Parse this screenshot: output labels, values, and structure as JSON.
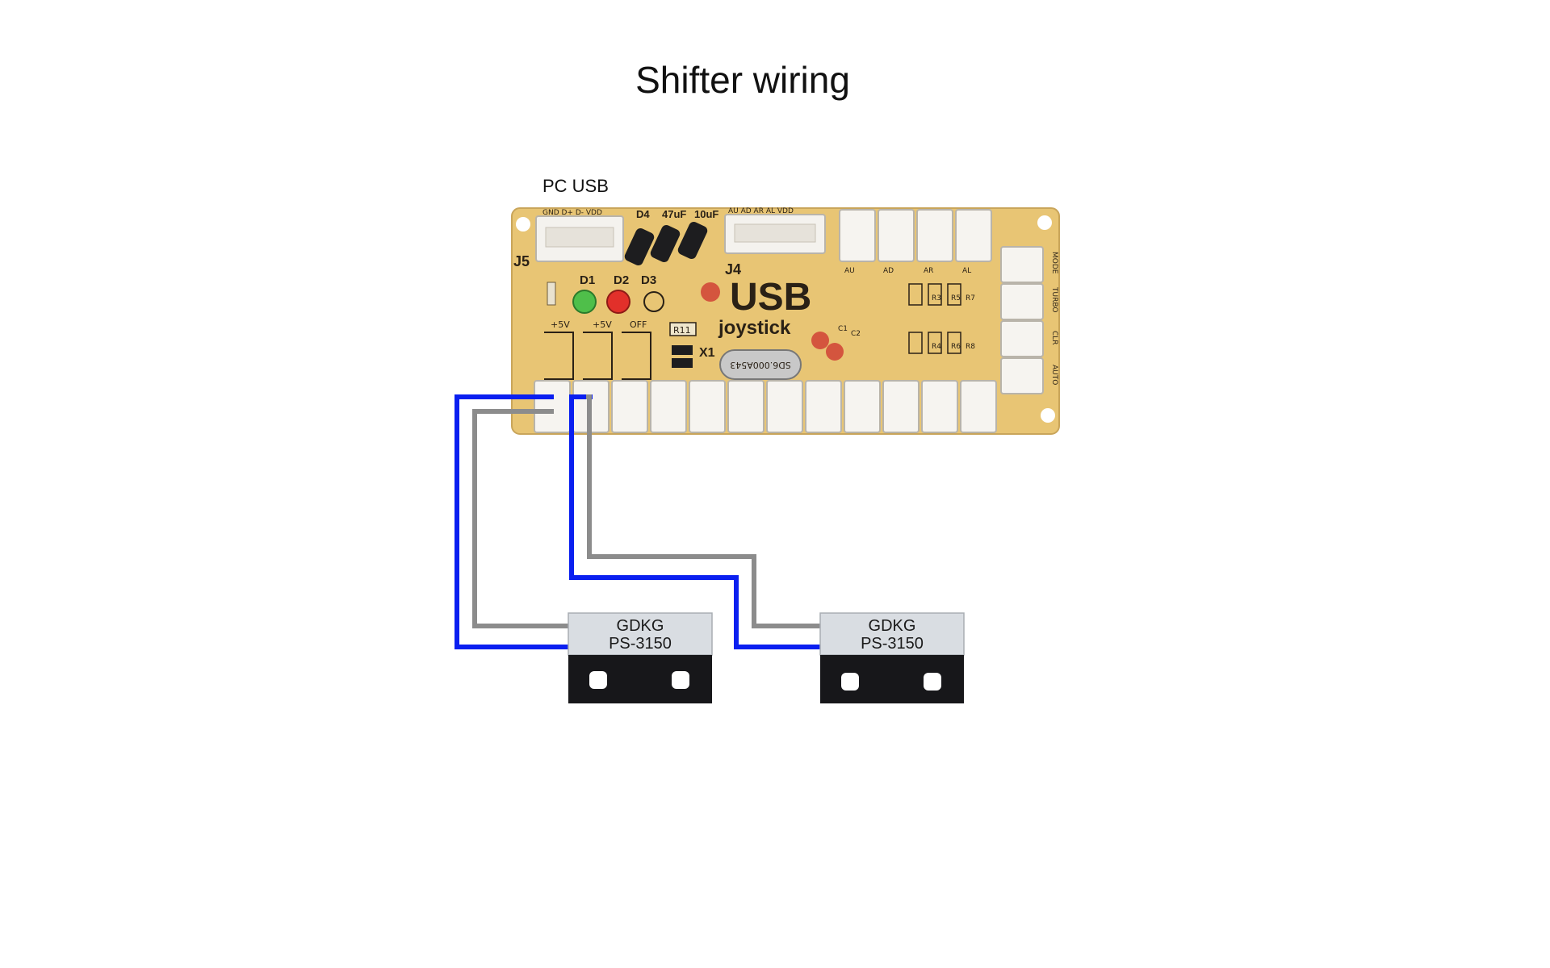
{
  "title": "Shifter wiring",
  "pc_usb_label": "PC USB",
  "board": {
    "text_usb": "USB",
    "text_joystick": "joystick",
    "j5": "J5",
    "j4": "J4",
    "d1": "D1",
    "d2": "D2",
    "d3": "D3",
    "d4": "D4",
    "cap1": "47uF",
    "cap2": "10uF",
    "x1": "X1",
    "r11": "R11",
    "plus5v_a": "+5V",
    "plus5v_b": "+5V",
    "off": "OFF",
    "crystal": "SD6.000A543",
    "usb_pins": "GND D+ D- VDD",
    "j4_pins": "AU AD AR AL VDD",
    "side_mode": "MODE",
    "side_turbo": "TURBO",
    "side_clr": "CLR",
    "side_auto": "AUTO",
    "r3": "R3",
    "r5": "R5",
    "r7": "R7",
    "r4": "R4",
    "r6": "R6",
    "r8": "R8",
    "au": "AU",
    "ad": "AD",
    "ar": "AR",
    "al": "AL",
    "c1": "C1",
    "c2": "C2"
  },
  "sensors": [
    {
      "brand": "GDKG",
      "model": "PS-3150"
    },
    {
      "brand": "GDKG",
      "model": "PS-3150"
    }
  ],
  "colors": {
    "board": "#e8c574",
    "wire_signal": "#0a1ff0",
    "wire_ground": "#8c8c8c",
    "sensor_top": "#d9dde2",
    "sensor_base": "#17171a"
  }
}
